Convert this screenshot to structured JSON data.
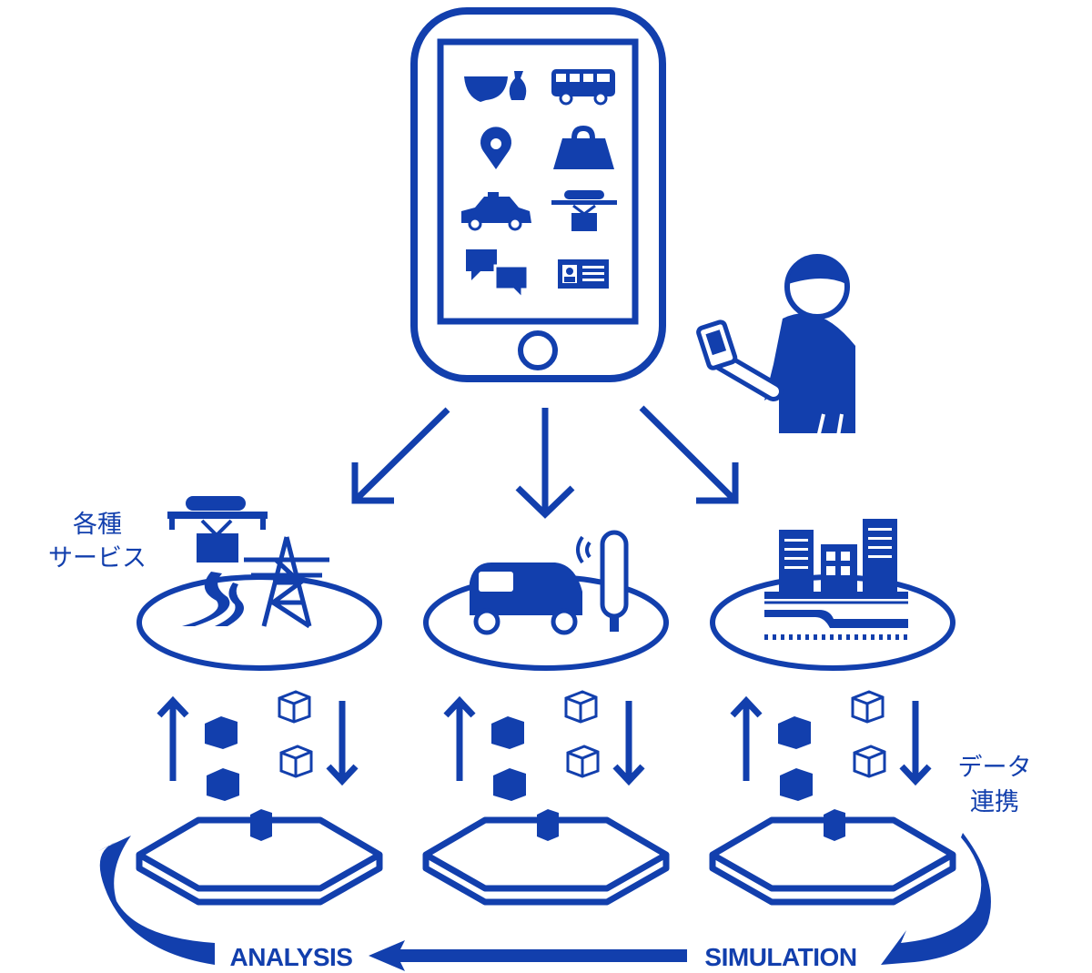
{
  "colors": {
    "primary": "#123fad",
    "background": "#ffffff"
  },
  "labels": {
    "services_line1": "各種",
    "services_line2": "サービス",
    "data_line1": "データ",
    "data_line2": "連携",
    "analysis": "ANALYSIS",
    "simulation": "SIMULATION"
  },
  "phone_icons": [
    "food-bowl-icon",
    "bus-icon",
    "location-pin-icon",
    "shopping-bag-icon",
    "taxi-icon",
    "drone-delivery-icon",
    "chat-icon",
    "id-card-icon"
  ],
  "platforms": [
    {
      "name": "infrastructure",
      "icons": [
        "drone-icon",
        "river-icon",
        "power-tower-icon"
      ]
    },
    {
      "name": "mobility",
      "icons": [
        "autonomous-vehicle-icon",
        "signal-post-icon"
      ]
    },
    {
      "name": "city",
      "icons": [
        "buildings-icon",
        "road-icon"
      ]
    }
  ]
}
